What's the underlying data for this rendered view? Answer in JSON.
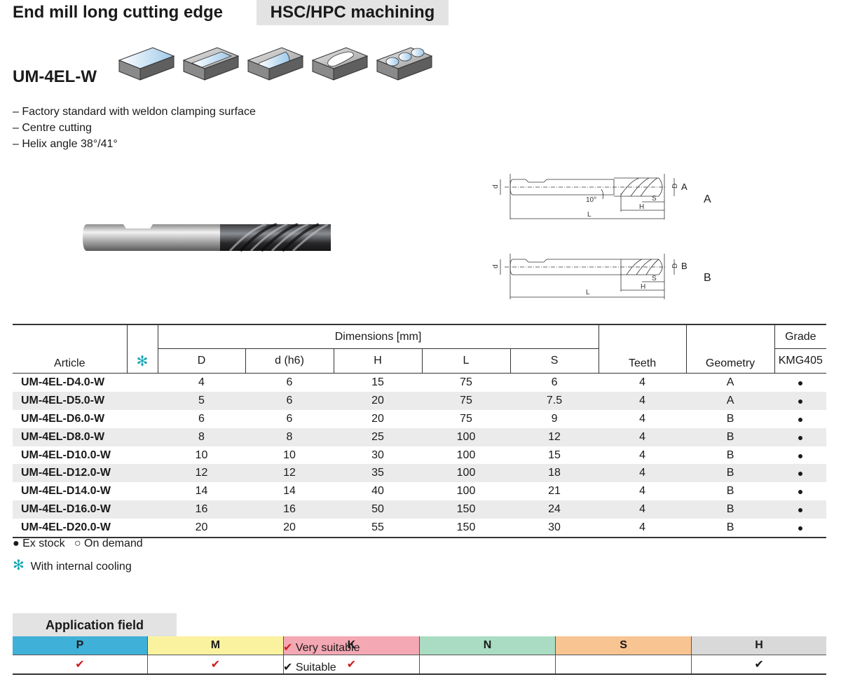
{
  "header": {
    "title": "End mill long cutting edge",
    "tag": "HSC/HPC machining",
    "product": "UM-4EL-W"
  },
  "features": [
    "– Factory standard with weldon clamping surface",
    "– Centre cutting",
    "– Helix angle 38°/41°"
  ],
  "drawings": {
    "a": {
      "letter": "A",
      "tag": "A",
      "d": "d",
      "D": "D",
      "angle": "10°",
      "L": "L",
      "H": "H",
      "S": "S"
    },
    "b": {
      "letter": "B",
      "tag": "B",
      "d": "d",
      "D": "D",
      "L": "L",
      "H": "H",
      "S": "S"
    }
  },
  "table": {
    "col_article": "Article",
    "cooling_symbol": "✻",
    "dimensions_label": "Dimensions [mm]",
    "col_D": "D",
    "col_d": "d (h6)",
    "col_H": "H",
    "col_L": "L",
    "col_S": "S",
    "col_teeth": "Teeth",
    "col_geometry": "Geometry",
    "col_grade": "Grade",
    "grade_name": "KMG405",
    "rows": [
      {
        "article": "UM-4EL-D4.0-W",
        "D": "4",
        "d": "6",
        "H": "15",
        "L": "75",
        "S": "6",
        "teeth": "4",
        "geometry": "A",
        "stock": "●"
      },
      {
        "article": "UM-4EL-D5.0-W",
        "D": "5",
        "d": "6",
        "H": "20",
        "L": "75",
        "S": "7.5",
        "teeth": "4",
        "geometry": "A",
        "stock": "●"
      },
      {
        "article": "UM-4EL-D6.0-W",
        "D": "6",
        "d": "6",
        "H": "20",
        "L": "75",
        "S": "9",
        "teeth": "4",
        "geometry": "B",
        "stock": "●"
      },
      {
        "article": "UM-4EL-D8.0-W",
        "D": "8",
        "d": "8",
        "H": "25",
        "L": "100",
        "S": "12",
        "teeth": "4",
        "geometry": "B",
        "stock": "●"
      },
      {
        "article": "UM-4EL-D10.0-W",
        "D": "10",
        "d": "10",
        "H": "30",
        "L": "100",
        "S": "15",
        "teeth": "4",
        "geometry": "B",
        "stock": "●"
      },
      {
        "article": "UM-4EL-D12.0-W",
        "D": "12",
        "d": "12",
        "H": "35",
        "L": "100",
        "S": "18",
        "teeth": "4",
        "geometry": "B",
        "stock": "●"
      },
      {
        "article": "UM-4EL-D14.0-W",
        "D": "14",
        "d": "14",
        "H": "40",
        "L": "100",
        "S": "21",
        "teeth": "4",
        "geometry": "B",
        "stock": "●"
      },
      {
        "article": "UM-4EL-D16.0-W",
        "D": "16",
        "d": "16",
        "H": "50",
        "L": "150",
        "S": "24",
        "teeth": "4",
        "geometry": "B",
        "stock": "●"
      },
      {
        "article": "UM-4EL-D20.0-W",
        "D": "20",
        "d": "20",
        "H": "55",
        "L": "150",
        "S": "30",
        "teeth": "4",
        "geometry": "B",
        "stock": "●"
      }
    ]
  },
  "legend": {
    "ex_stock": "● Ex stock",
    "on_demand": "○ On demand",
    "cooling_symbol": "✻",
    "cooling": "With internal cooling"
  },
  "application": {
    "title": "Application field",
    "materials": [
      {
        "label": "P",
        "color": "#3fb0d8",
        "mark": "✔",
        "mark_color": "#d01c1c"
      },
      {
        "label": "M",
        "color": "#fbf2a0",
        "mark": "✔",
        "mark_color": "#d01c1c"
      },
      {
        "label": "K",
        "color": "#f4a8b4",
        "mark": "✔",
        "mark_color": "#d01c1c"
      },
      {
        "label": "N",
        "color": "#a9dcc2",
        "mark": "",
        "mark_color": ""
      },
      {
        "label": "S",
        "color": "#f8c492",
        "mark": "",
        "mark_color": ""
      },
      {
        "label": "H",
        "color": "#d9d9d9",
        "mark": "✔",
        "mark_color": "#1a1a1a"
      }
    ],
    "key_very": "Very suitable",
    "key_suitable": "Suitable",
    "check": "✔"
  }
}
